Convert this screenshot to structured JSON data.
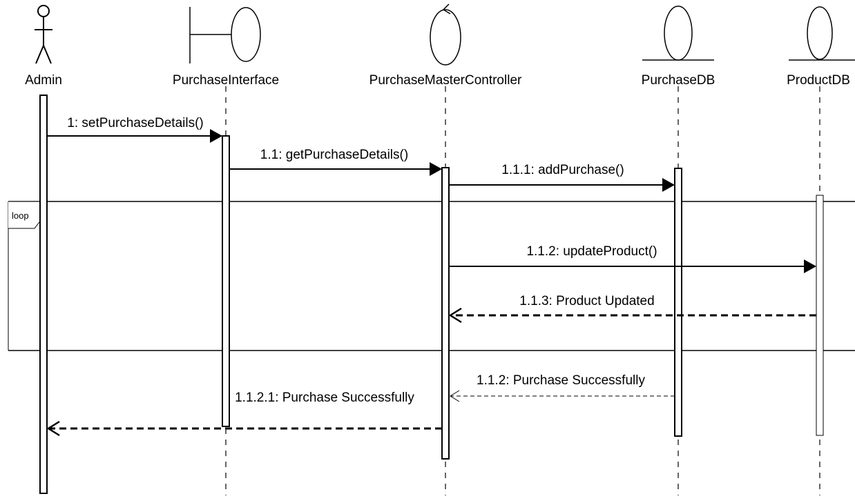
{
  "participants": [
    {
      "name": "Admin",
      "kind": "actor"
    },
    {
      "name": "PurchaseInterface",
      "kind": "boundary"
    },
    {
      "name": "PurchaseMasterController",
      "kind": "control"
    },
    {
      "name": "PurchaseDB",
      "kind": "entity"
    },
    {
      "name": "ProductDB",
      "kind": "entity"
    }
  ],
  "messages": [
    {
      "label": "1: setPurchaseDetails()",
      "kind": "sync",
      "from": "Admin",
      "to": "PurchaseInterface"
    },
    {
      "label": "1.1: getPurchaseDetails()",
      "kind": "sync",
      "from": "PurchaseInterface",
      "to": "PurchaseMasterController"
    },
    {
      "label": "1.1.1: addPurchase()",
      "kind": "sync",
      "from": "PurchaseMasterController",
      "to": "PurchaseDB"
    },
    {
      "label": "1.1.2: updateProduct()",
      "kind": "sync",
      "from": "PurchaseMasterController",
      "to": "ProductDB"
    },
    {
      "label": "1.1.3: Product Updated",
      "kind": "return",
      "from": "ProductDB",
      "to": "PurchaseMasterController"
    },
    {
      "label": "1.1.2: Purchase Successfully",
      "kind": "return",
      "from": "PurchaseDB",
      "to": "PurchaseMasterController"
    },
    {
      "label": "1.1.2.1: Purchase Successfully",
      "kind": "return",
      "from": "PurchaseMasterController",
      "to": "Admin"
    }
  ],
  "fragment": {
    "operator": "loop"
  }
}
